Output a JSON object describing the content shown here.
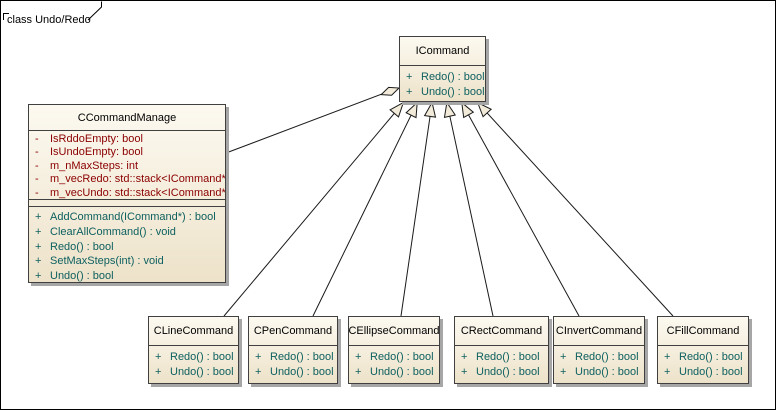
{
  "frame": {
    "label": "class Undo/Redo"
  },
  "palette": {
    "attribute_color": "#8B0000",
    "method_color": "#0E6060",
    "box_fill": "#F3EBD8",
    "box_border": "#404040",
    "shadow": "#A6A6A6",
    "connector": "#1A1A1A"
  },
  "classes": [
    {
      "key": "icommand",
      "name": "ICommand",
      "attributes": [],
      "methods": [
        {
          "vis": "+",
          "text": "Redo() : bool"
        },
        {
          "vis": "+",
          "text": "Undo() : bool"
        }
      ]
    },
    {
      "key": "ccommandmanage",
      "name": "CCommandManage",
      "attributes": [
        {
          "vis": "-",
          "text": "IsRddoEmpty: bool"
        },
        {
          "vis": "-",
          "text": "IsUndoEmpty: bool"
        },
        {
          "vis": "-",
          "text": "m_nMaxSteps: int"
        },
        {
          "vis": "-",
          "text": "m_vecRedo: std::stack<ICommand*>"
        },
        {
          "vis": "-",
          "text": "m_vecUndo: std::stack<ICommand*>"
        }
      ],
      "methods": [
        {
          "vis": "+",
          "text": "AddCommand(ICommand*) : bool"
        },
        {
          "vis": "+",
          "text": "ClearAllCommand() : void"
        },
        {
          "vis": "+",
          "text": "Redo() : bool"
        },
        {
          "vis": "+",
          "text": "SetMaxSteps(int) : void"
        },
        {
          "vis": "+",
          "text": "Undo() : bool"
        }
      ]
    },
    {
      "key": "clinecommand",
      "name": "CLineCommand",
      "attributes": [],
      "methods": [
        {
          "vis": "+",
          "text": "Redo() : bool"
        },
        {
          "vis": "+",
          "text": "Undo() : bool"
        }
      ]
    },
    {
      "key": "cpencommand",
      "name": "CPenCommand",
      "attributes": [],
      "methods": [
        {
          "vis": "+",
          "text": "Redo() : bool"
        },
        {
          "vis": "+",
          "text": "Undo() : bool"
        }
      ]
    },
    {
      "key": "cellipsecommand",
      "name": "CEllipseCommand",
      "attributes": [],
      "methods": [
        {
          "vis": "+",
          "text": "Redo() : bool"
        },
        {
          "vis": "+",
          "text": "Undo() : bool"
        }
      ]
    },
    {
      "key": "crectcommand",
      "name": "CRectCommand",
      "attributes": [],
      "methods": [
        {
          "vis": "+",
          "text": "Redo() : bool"
        },
        {
          "vis": "+",
          "text": "Undo() : bool"
        }
      ]
    },
    {
      "key": "cinvertcommand",
      "name": "CInvertCommand",
      "attributes": [],
      "methods": [
        {
          "vis": "+",
          "text": "Redo() : bool"
        },
        {
          "vis": "+",
          "text": "Undo() : bool"
        }
      ]
    },
    {
      "key": "cfillcommand",
      "name": "CFillCommand",
      "attributes": [],
      "methods": [
        {
          "vis": "+",
          "text": "Redo() : bool"
        },
        {
          "vis": "+",
          "text": "Undo() : bool"
        }
      ]
    }
  ],
  "relationships": [
    {
      "type": "aggregation",
      "from": "CCommandManage",
      "to": "ICommand"
    },
    {
      "type": "generalization",
      "from": "CLineCommand",
      "to": "ICommand"
    },
    {
      "type": "generalization",
      "from": "CPenCommand",
      "to": "ICommand"
    },
    {
      "type": "generalization",
      "from": "CEllipseCommand",
      "to": "ICommand"
    },
    {
      "type": "generalization",
      "from": "CRectCommand",
      "to": "ICommand"
    },
    {
      "type": "generalization",
      "from": "CInvertCommand",
      "to": "ICommand"
    },
    {
      "type": "generalization",
      "from": "CFillCommand",
      "to": "ICommand"
    }
  ]
}
